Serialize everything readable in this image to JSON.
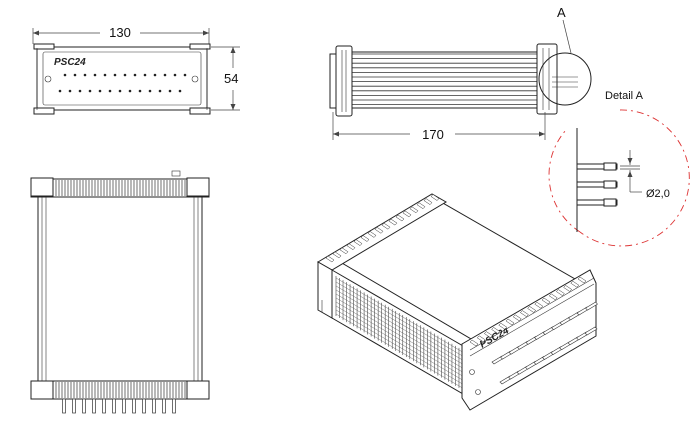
{
  "front_view": {
    "width_dim": "130",
    "height_dim": "54",
    "logo": "PSC24"
  },
  "side_view": {
    "length_dim": "170",
    "detail_marker": "A"
  },
  "detail_view": {
    "title": "Detail A",
    "diameter_dim": "Ø2,0"
  },
  "iso_view": {
    "logo": "PSC24"
  }
}
